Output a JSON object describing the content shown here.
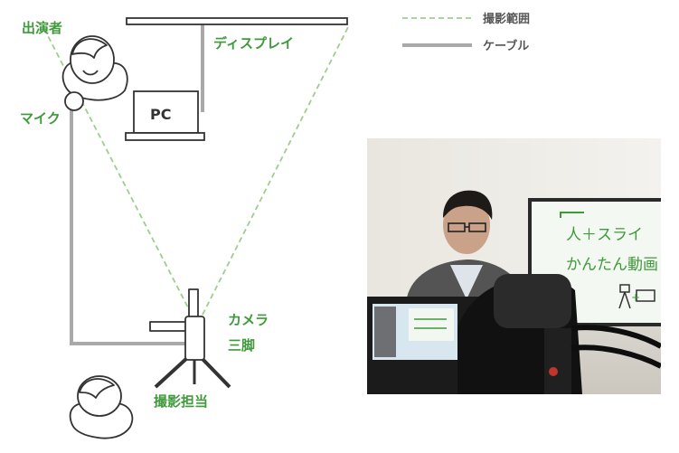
{
  "labels": {
    "performer": "出演者",
    "display": "ディスプレイ",
    "pc": "PC",
    "mic": "マイク",
    "camera": "カメラ",
    "tripod": "三脚",
    "camera_operator": "撮影担当"
  },
  "legend": {
    "capture_range": "撮影範囲",
    "cable": "ケーブル"
  },
  "photo": {
    "slide_line1": "人＋スライ",
    "slide_line2": "かんたん動画"
  },
  "colors": {
    "green": "#3f9a3a",
    "dashed_green": "#9ccf8e",
    "cable_gray": "#a9a9a9",
    "outline": "#333333"
  }
}
